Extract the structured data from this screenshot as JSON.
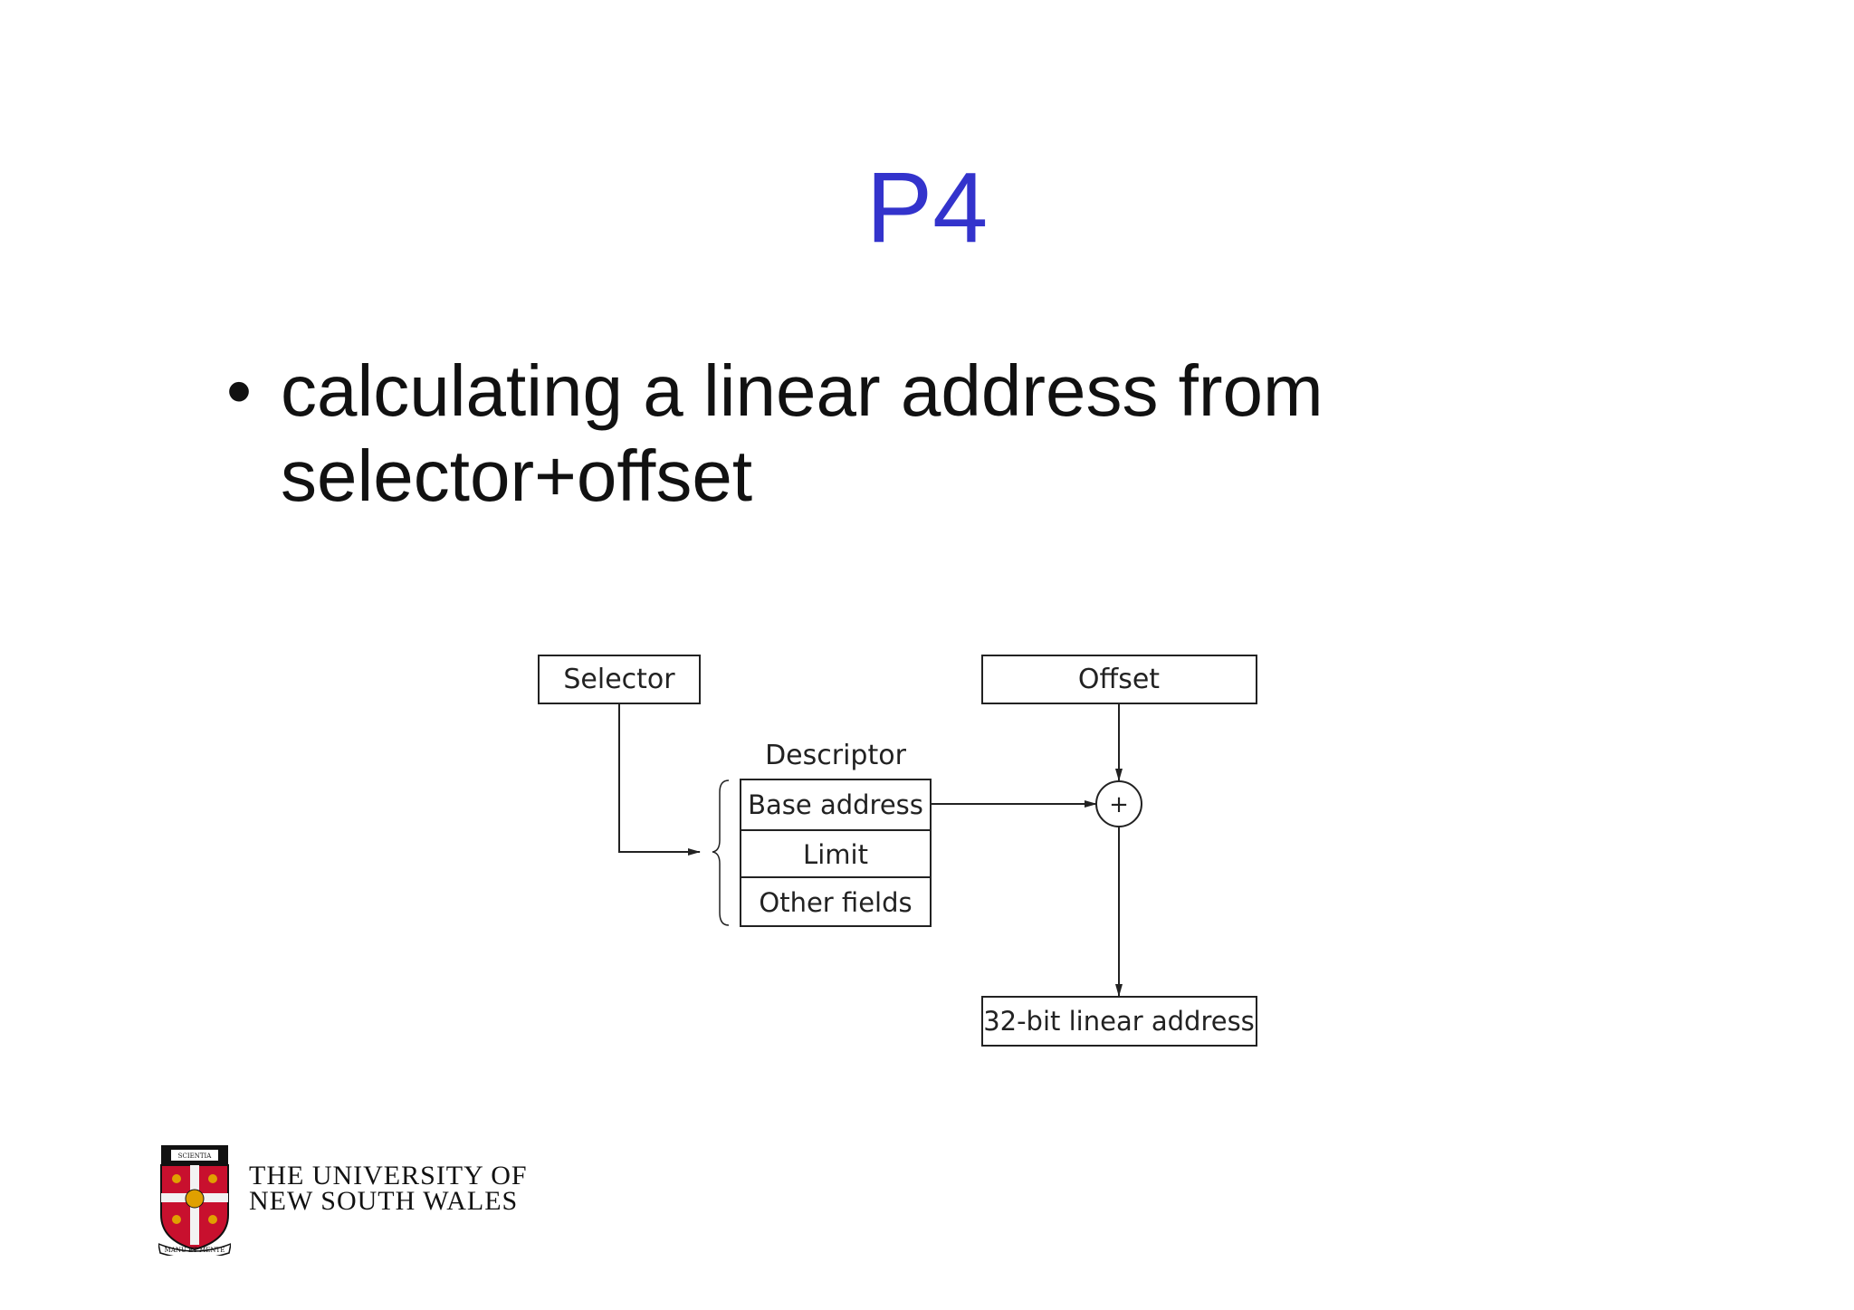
{
  "slide": {
    "title": "P4",
    "bullets": [
      "calculating a linear address from selector+offset"
    ]
  },
  "diagram": {
    "selector_label": "Selector",
    "offset_label": "Offset",
    "descriptor_label": "Descriptor",
    "descriptor_fields": [
      "Base address",
      "Limit",
      "Other fields"
    ],
    "adder_symbol": "+",
    "result_label": "32-bit linear address"
  },
  "footer": {
    "university_line1": "THE UNIVERSITY OF",
    "university_line2": "NEW SOUTH WALES",
    "crest_scroll_top": "SCIENTIA",
    "crest_motto": "MANU ET MENTE"
  },
  "colors": {
    "title": "#3333cc",
    "crest_red": "#c8102e",
    "crest_gold": "#e0a000"
  }
}
